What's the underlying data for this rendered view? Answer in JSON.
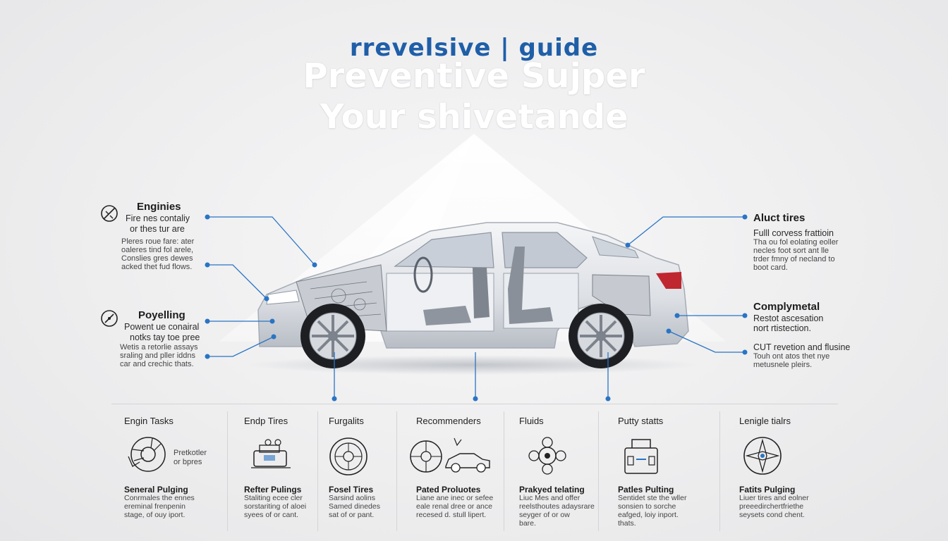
{
  "header": {
    "eyebrow": "rrevelsive | guide",
    "title_line1": "Preventive Sujper",
    "title_line2": "Your shivetande"
  },
  "callouts_left": [
    {
      "heading": "Enginies",
      "sub": [
        "Fire nes contaliy",
        "or thes tur are"
      ],
      "body": [
        "Pleres roue fare: ater",
        "oaleres tind fol arele,",
        "Conslies gres dewes",
        "acked thet fud flows."
      ],
      "icon": "wrench-slash-icon"
    },
    {
      "heading": "Poyelling",
      "sub": [
        "Powent ue conairal",
        "notks tay toe pree"
      ],
      "body": [
        "Wetis a retorlie assays",
        "sraling and pller iddns",
        "car and crechic thats."
      ],
      "icon": "gauge-icon"
    }
  ],
  "callouts_right": [
    {
      "heading": "Aluct tires",
      "sub": [
        "Fulll corvess frattioin"
      ],
      "body": [
        "Tha ou fol eolating eoller",
        "necles foot sort ant lle",
        "trder fmny of necland to",
        "boot card."
      ]
    },
    {
      "heading": "Complymetal",
      "sub": [
        "Restot ascesation",
        "nort rtistection."
      ],
      "body": []
    },
    {
      "heading": "",
      "sub": [
        "CUT revetion and flusine"
      ],
      "body": [
        "Touh ont atos thet nye",
        "metusnele pleirs."
      ]
    }
  ],
  "sections": [
    {
      "title": "Engin Tasks",
      "icon": "brake-disc-icon",
      "icon_caption": [
        "Pretkotler",
        "or bpres"
      ],
      "subtitle": "Seneral Pulging",
      "body": [
        "Conrmales the ennes",
        "ereminal frenpenin",
        "stage, of ouy iport."
      ]
    },
    {
      "title": "Endp Tires",
      "icon": "engine-motor-icon",
      "icon_caption": [],
      "subtitle": "Refter Pulings",
      "body": [
        "Staliting ecee cler",
        "sorstariting of aloei",
        "syees of or cant."
      ]
    },
    {
      "title": "Furgalits",
      "icon": "tire-icon",
      "icon_caption": [],
      "subtitle": "Fosel Tires",
      "body": [
        "Sarsind aolins",
        "Samed dinedes",
        "sat of or pant."
      ]
    },
    {
      "title": "Recommenders",
      "icon": "wheel-car-icon",
      "icon_caption": [],
      "subtitle": "Pated Proluotes",
      "body": [
        "Liane ane inec or sefee",
        "eale renal dree or ance",
        "recesed d. stull lipert."
      ]
    },
    {
      "title": "Fluids",
      "icon": "fluid-filter-icon",
      "icon_caption": [],
      "subtitle": "Prakyed telating",
      "body": [
        "Liuc Mes and offer",
        "reelsthoutes adaysrare",
        "seyger of or ow",
        "bare."
      ]
    },
    {
      "title": "Putty statts",
      "icon": "battery-icon",
      "icon_caption": [],
      "subtitle": "Patles Pulting",
      "body": [
        "Sentidet ste the wller",
        "sonsien to sorche",
        "eafged, loiy inport.",
        "thats."
      ]
    },
    {
      "title": "Lenigle tialrs",
      "icon": "compass-icon",
      "icon_caption": [],
      "subtitle": "Fatits Pulging",
      "body": [
        "Liuer tires and eolner",
        "preeedirchertfriethe",
        "seysets cond chent."
      ]
    }
  ],
  "colors": {
    "accent": "#1f5fa8",
    "line": "#2a74c4",
    "car_body": "#e6e8ec"
  }
}
